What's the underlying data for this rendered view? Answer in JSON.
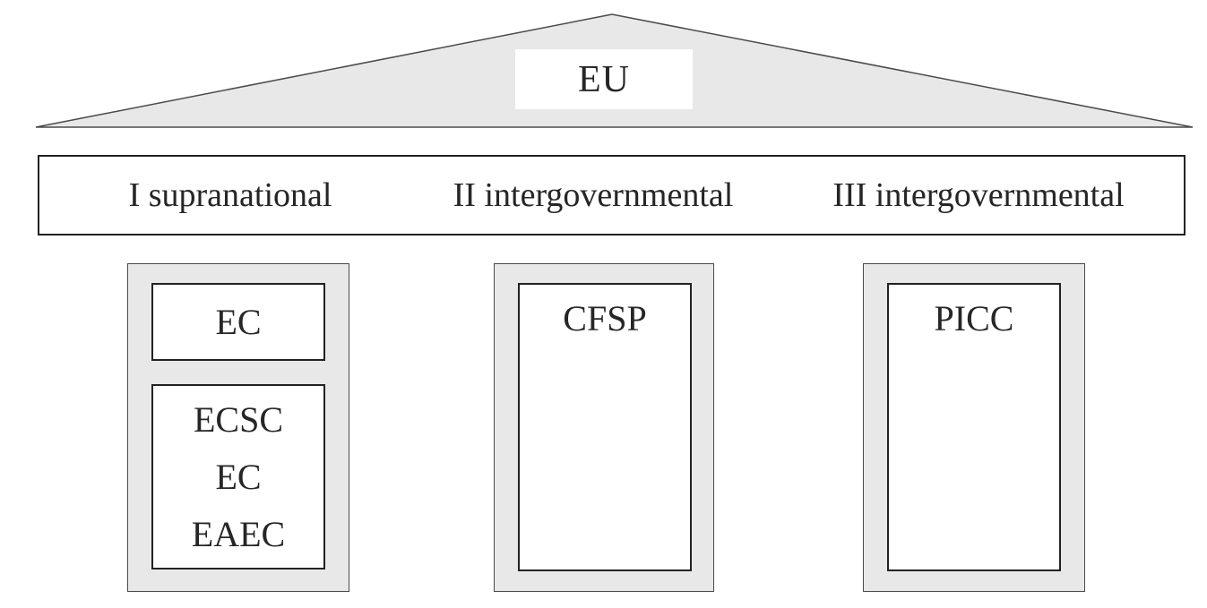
{
  "diagram": {
    "kind": "eu-three-pillars-temple",
    "colors": {
      "pediment_fill": "#e8e8e8",
      "pillar_fill": "#e8e8e8",
      "border_dark": "#222222",
      "border_mid": "#4a4a4a",
      "text": "#262626",
      "background": "#ffffff"
    },
    "pediment": {
      "label": "EU"
    },
    "band": {
      "labels": [
        "I supranational",
        "II intergovernmental",
        "III intergovernmental"
      ]
    },
    "pillars": [
      {
        "id": "pillar-1",
        "boxes": [
          [
            "EC"
          ],
          [
            "ECSC",
            "EC",
            "EAEC"
          ]
        ]
      },
      {
        "id": "pillar-2",
        "boxes": [
          [
            "CFSP"
          ]
        ]
      },
      {
        "id": "pillar-3",
        "boxes": [
          [
            "PICC"
          ]
        ]
      }
    ]
  }
}
